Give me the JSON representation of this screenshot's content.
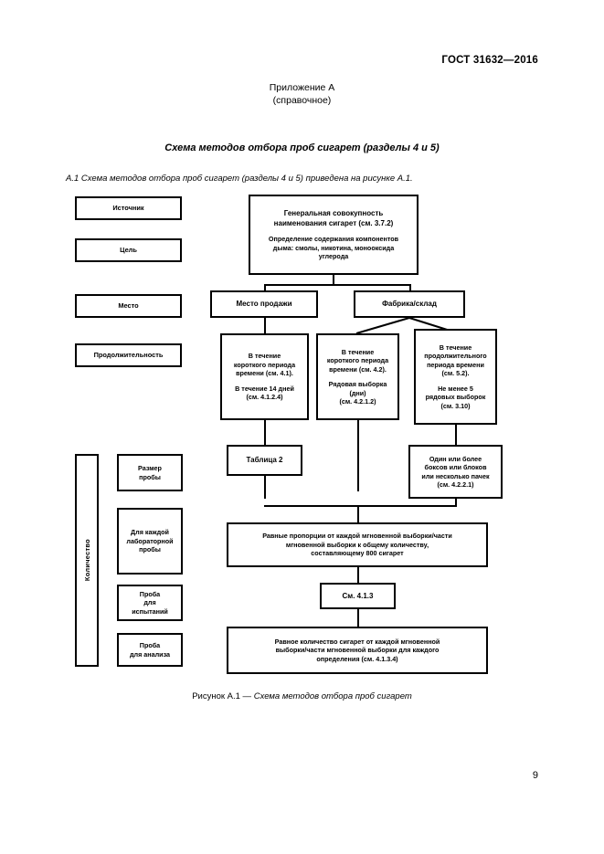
{
  "header": {
    "standard_number": "ГОСТ 31632—2016",
    "appendix_title": "Приложение А",
    "appendix_kind": "(справочное)",
    "scheme_title": "Схема методов отбора проб сигарет (разделы 4 и 5)",
    "intro": "А.1  Схема методов отбора проб сигарет (разделы 4 и 5) приведена на рисунке А.1."
  },
  "footer": {
    "figure_caption_number": "Рисунок А.1 — ",
    "figure_caption_text": "Схема методов отбора проб сигарет",
    "page_number": "9"
  },
  "diagram": {
    "row_labels": [
      {
        "id": "source",
        "label": "Источник"
      },
      {
        "id": "purpose",
        "label": "Цель"
      },
      {
        "id": "place",
        "label": "Место"
      },
      {
        "id": "duration",
        "label": "Продолжительность"
      }
    ],
    "quantity_label": "Количество",
    "quantity_items": [
      {
        "id": "sample-size",
        "line1": "Размер",
        "line2": "пробы",
        "line3": ""
      },
      {
        "id": "each-lab-sample",
        "line1": "Для каждой",
        "line2": "лабораторной",
        "line3": "пробы"
      },
      {
        "id": "test-sample",
        "line1": "Проба",
        "line2": "для",
        "line3": "испытаний"
      },
      {
        "id": "analysis-sample",
        "line1": "Проба",
        "line2": "для анализа",
        "line3": ""
      }
    ],
    "nodes": {
      "population": {
        "title_line1": "Генеральная совокупность",
        "title_line2": "наименования сигарет (см. 3.7.2)",
        "body_line1": "Определение содержания компонентов",
        "body_line2": "дыма: смолы, никотина, монооксида",
        "body_line3": "углерода"
      },
      "point_of_sale": {
        "label": "Место продажи"
      },
      "factory_warehouse": {
        "label": "Фабрика/склад"
      },
      "short_period_sale": {
        "line1": "В течение",
        "line2": "короткого периода",
        "line3": "времени (см. 4.1).",
        "line4": "В течение 14 дней",
        "line5": "(см. 4.1.2.4)"
      },
      "short_period_factory": {
        "line1": "В течение",
        "line2": "короткого периода",
        "line3": "времени (см. 4.2).",
        "line4": "Рядовая выборка",
        "line5": "(дни)",
        "line6": "(см. 4.2.1.2)"
      },
      "long_period_factory": {
        "line1": "В течение",
        "line2": "продолжительного",
        "line3": "периода времени",
        "line4": "(см. 5.2).",
        "line5": "Не менее 5",
        "line6": "рядовых выборок",
        "line7": "(см. 3.10)"
      },
      "table2": {
        "label": "Таблица 2"
      },
      "boxes_or_blocks": {
        "line1": "Один или более",
        "line2": "боксов или блоков",
        "line3": "или несколько пачек",
        "line4": "(см. 4.2.2.1)"
      },
      "equal_proportions": {
        "line1": "Равные пропорции от каждой мгновенной выборки/части",
        "line2": "мгновенной выборки к общему количеству,",
        "line3": "составляющему 800 сигарет"
      },
      "see_413": {
        "label": "См. 4.1.3"
      },
      "equal_quantity": {
        "line1": "Равное количество сигарет от каждой мгновенной",
        "line2": "выборки/части мгновенной выборки для каждого",
        "line3": "определения (см. 4.1.3.4)"
      }
    }
  }
}
